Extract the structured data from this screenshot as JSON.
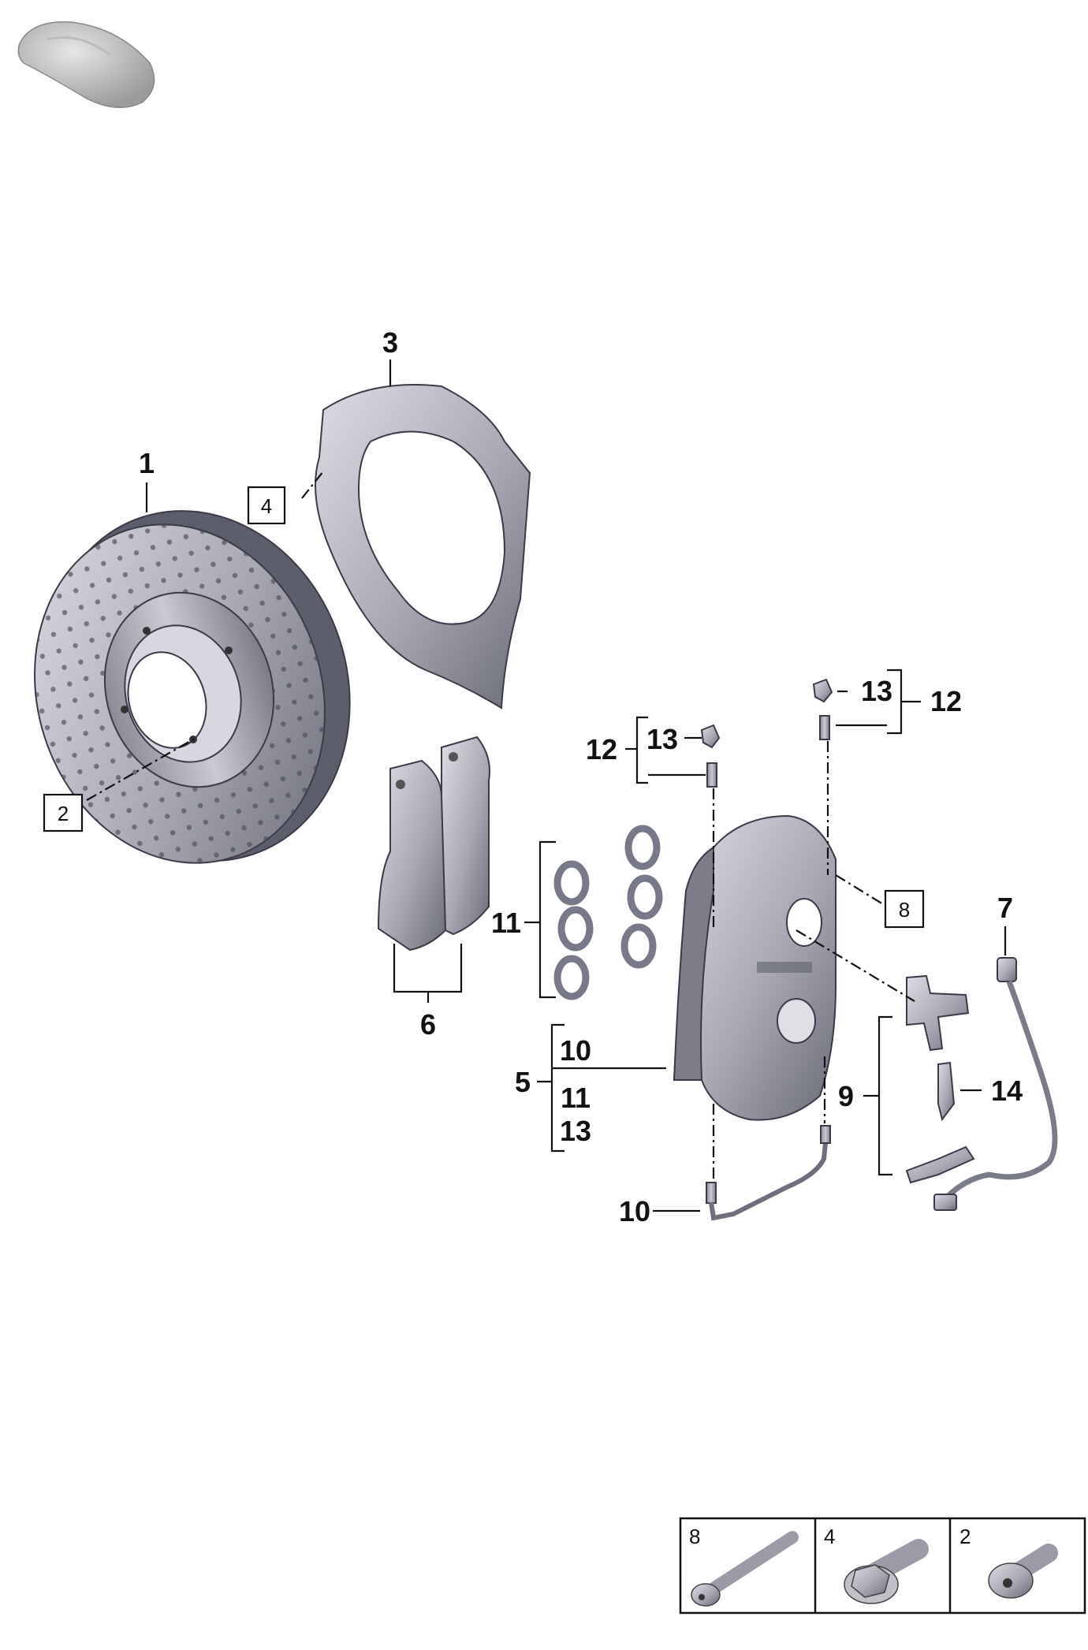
{
  "callouts": {
    "disc": "1",
    "screw_disc": "2",
    "cover_plate": "3",
    "screw_cover": "4",
    "caliper": "5",
    "pads": "6",
    "wear_sensor": "7",
    "caliper_bolt": "8",
    "spring_kit": "9",
    "bleeder_lower": "10",
    "bleeder_group": "10",
    "seals": "11",
    "seals_group": "11",
    "bleeder_left": "12",
    "bleeder_right": "12",
    "cap_left": "13",
    "cap_right": "13",
    "cap_group": "13",
    "spring_clip": "14"
  },
  "fastener_legend": [
    {
      "number": "8",
      "icon": "long-bolt-icon"
    },
    {
      "number": "4",
      "icon": "hex-flange-bolt-icon"
    },
    {
      "number": "2",
      "icon": "countersunk-screw-icon"
    }
  ],
  "colors": {
    "line": "#111111",
    "part_fill": "#a9aab4",
    "part_shadow": "#6e6f7c",
    "part_light": "#d8d9e0"
  }
}
